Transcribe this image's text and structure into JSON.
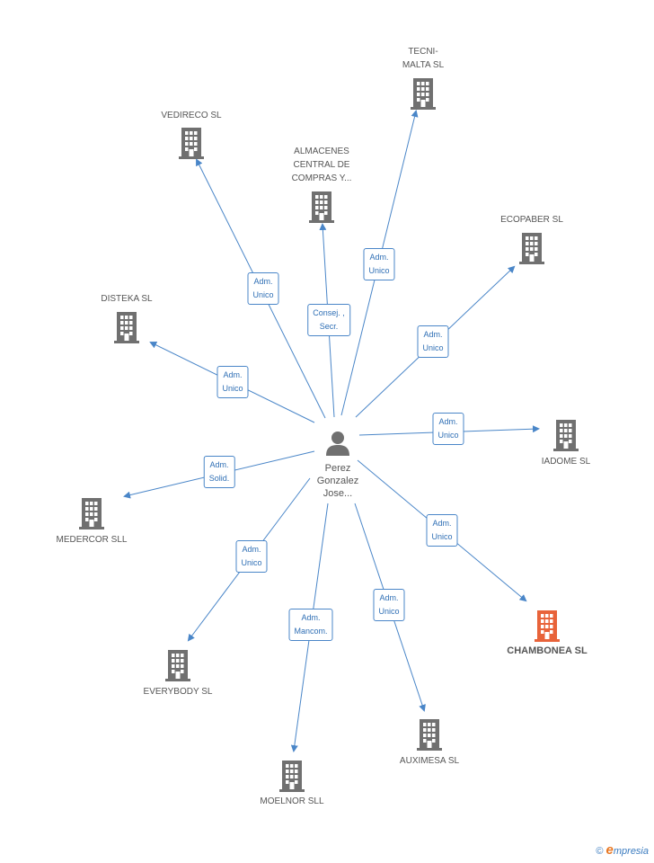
{
  "center": {
    "label": "Perez\nGonzalez\nJose...",
    "icon": "person-icon"
  },
  "companies": [
    {
      "id": "tecnimalta",
      "label": "TECNI-\nMALTA SL",
      "role": "Adm.\nUnico"
    },
    {
      "id": "vedireco",
      "label": "VEDIRECO SL",
      "role": "Adm.\nUnico"
    },
    {
      "id": "almacenes",
      "label": "ALMACENES\nCENTRAL DE\nCOMPRAS Y...",
      "role": "Consej. ,\nSecr."
    },
    {
      "id": "ecopaber",
      "label": "ECOPABER SL",
      "role": "Adm.\nUnico"
    },
    {
      "id": "disteka",
      "label": "DISTEKA SL",
      "role": "Adm.\nUnico"
    },
    {
      "id": "iadome",
      "label": "IADOME  SL",
      "role": "Adm.\nUnico"
    },
    {
      "id": "medercor",
      "label": "MEDERCOR SLL",
      "role": "Adm.\nSolid."
    },
    {
      "id": "chambonea",
      "label": "CHAMBONEA SL",
      "role": "Adm.\nUnico",
      "highlight": true
    },
    {
      "id": "everybody",
      "label": "EVERYBODY SL",
      "role": "Adm.\nUnico"
    },
    {
      "id": "auximesa",
      "label": "AUXIMESA SL",
      "role": "Adm.\nUnico"
    },
    {
      "id": "moelnor",
      "label": "MOELNOR SLL",
      "role": "Adm.\nMancom."
    }
  ],
  "colors": {
    "edge": "#4a86c8",
    "building": "#707070",
    "highlight": "#e8633a",
    "person": "#707070"
  },
  "footer": {
    "copyright": "©",
    "brand_initial": "e",
    "brand_rest": "mpresia"
  }
}
